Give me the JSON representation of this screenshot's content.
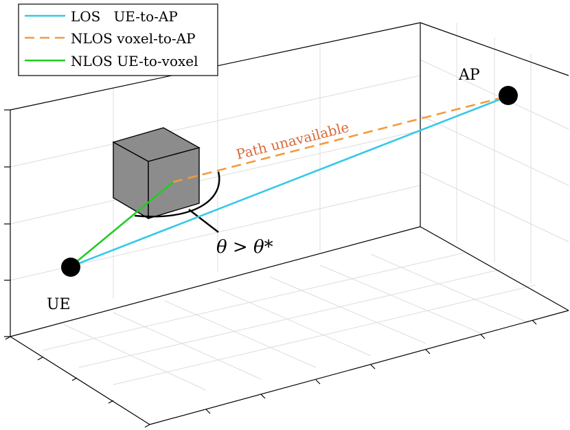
{
  "legend": {
    "entries": [
      {
        "label": "LOS   UE-to-AP",
        "color": "#33c8ea",
        "style": "solid"
      },
      {
        "label": "NLOS voxel-to-AP",
        "color": "#f39a3c",
        "style": "dashed"
      },
      {
        "label": "NLOS UE-to-voxel",
        "color": "#21cc21",
        "style": "solid"
      }
    ]
  },
  "labels": {
    "ue": "UE",
    "ap": "AP",
    "path_unavailable": "Path unavailable",
    "angle": "θ > θ*"
  },
  "colors": {
    "cube_face": "#8c8c8c",
    "node": "#000000",
    "unavailable_text": "#d8683a"
  }
}
